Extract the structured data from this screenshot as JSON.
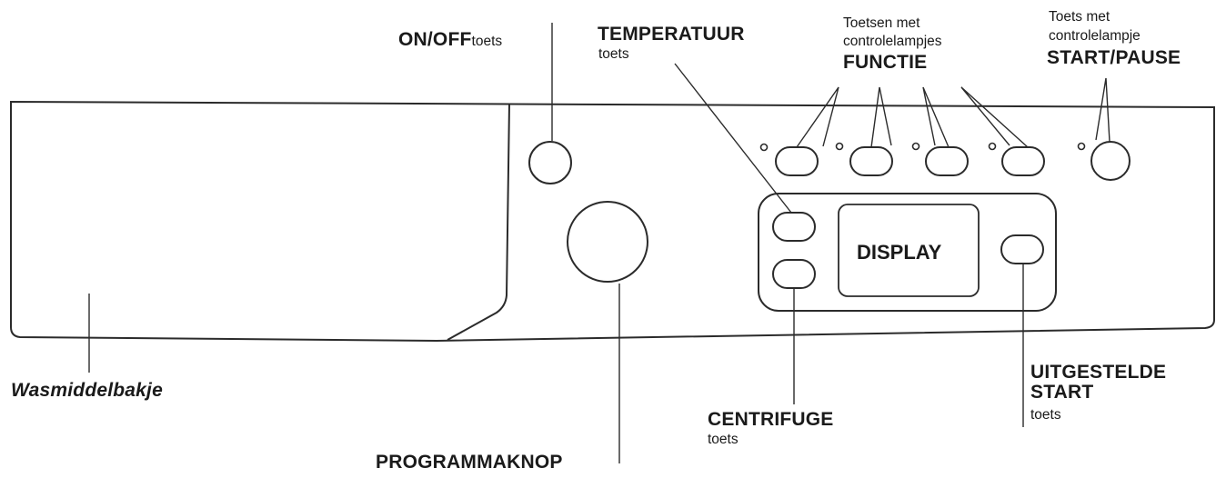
{
  "labels": {
    "on_off": {
      "bold": "ON/OFF",
      "suffix": "toets"
    },
    "temperatuur": {
      "title": "TEMPERATUUR",
      "sub": "toets"
    },
    "functie": {
      "line1": "Toetsen met",
      "line2": "controlelampjes",
      "title": "FUNCTIE"
    },
    "start_pause": {
      "line1": "Toets met",
      "line2": "controlelampje",
      "title": "START/PAUSE"
    },
    "display": "DISPLAY",
    "wasmiddelbakje": "Wasmiddelbakje",
    "centrifuge": {
      "title": "CENTRIFUGE",
      "sub": "toets"
    },
    "programmaknop": "PROGRAMMAKNOP",
    "uitgestelde_start": {
      "line1": "UITGESTELDE",
      "line2": "START",
      "sub": "toets"
    }
  },
  "colors": {
    "line": "#2b2b2b",
    "text": "#1a1a1a",
    "background": "#ffffff"
  }
}
